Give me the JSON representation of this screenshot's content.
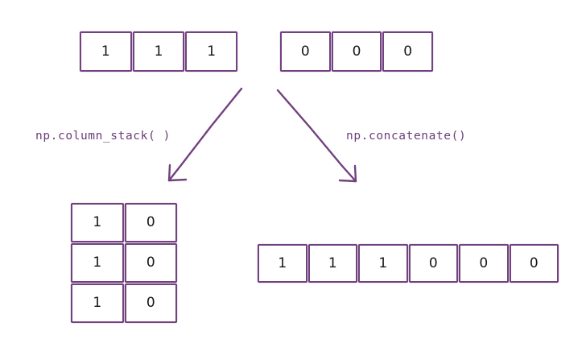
{
  "diagram": {
    "title": "numpy column_stack vs concatenate",
    "background_color": "#ffffff",
    "stroke_color": "#72417f",
    "label_color": "#6b3d7a",
    "digit_color": "#17151a"
  },
  "arrays": {
    "ones": {
      "name": "ones-array",
      "orientation": "row",
      "values": [
        "1",
        "1",
        "1"
      ]
    },
    "zeros": {
      "name": "zeros-array",
      "orientation": "row",
      "values": [
        "0",
        "0",
        "0"
      ]
    },
    "column_stack_result": {
      "name": "column-stack-result",
      "orientation": "grid",
      "rows": [
        [
          "1",
          "0"
        ],
        [
          "1",
          "0"
        ],
        [
          "1",
          "0"
        ]
      ]
    },
    "concatenate_result": {
      "name": "concatenate-result",
      "orientation": "row",
      "values": [
        "1",
        "1",
        "1",
        "0",
        "0",
        "0"
      ]
    }
  },
  "labels": {
    "column_stack": "np.column_stack( )",
    "concatenate": "np.concatenate()"
  },
  "arrows": [
    {
      "name": "arrow-to-column-stack",
      "from": "zeros-array",
      "to": "column-stack-result",
      "direction": "down-left"
    },
    {
      "name": "arrow-to-concatenate",
      "from": "ones-array",
      "to": "concatenate-result",
      "direction": "down-right"
    }
  ]
}
